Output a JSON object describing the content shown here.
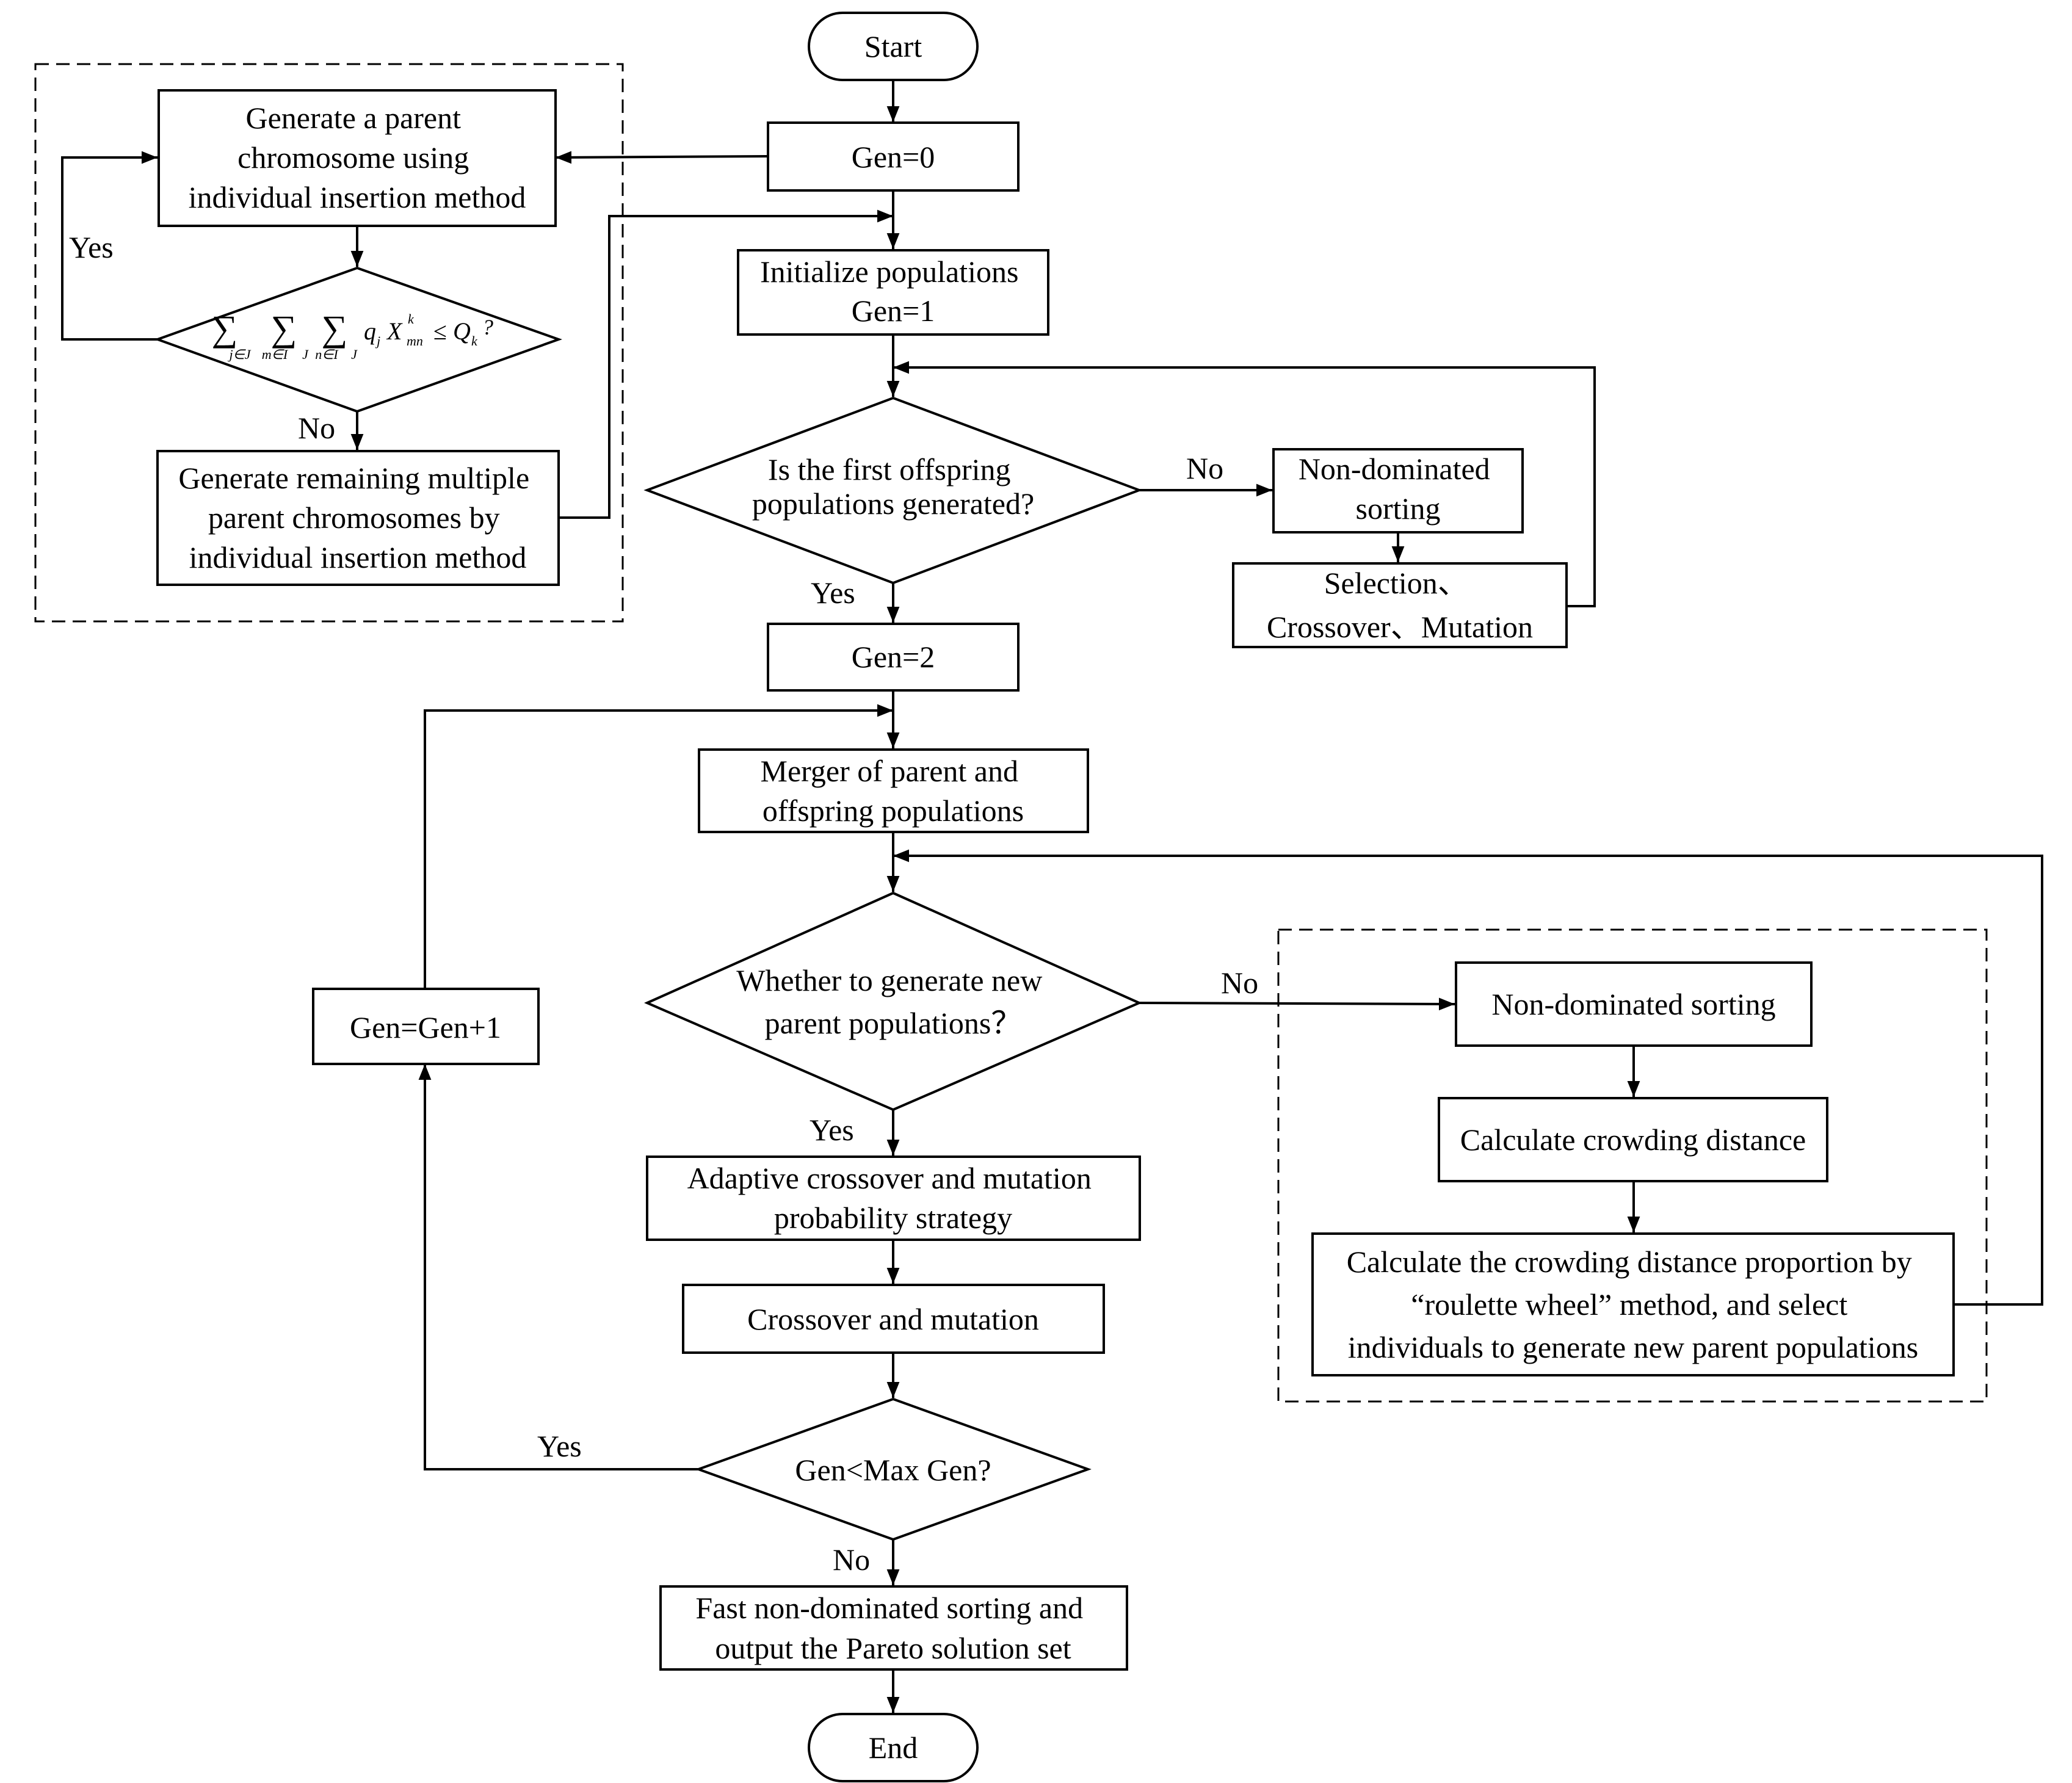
{
  "nodes": {
    "start": "Start",
    "gen0": "Gen=0",
    "gen_parent": [
      "Generate a parent",
      "chromosome using",
      "individual insertion method"
    ],
    "capacity_check": "∑ ∑ ∑ q X ≤ Q ?",
    "gen_remaining": [
      "Generate remaining multiple",
      "parent chromosomes by",
      "individual insertion method"
    ],
    "init_pop": [
      "Initialize populations",
      "Gen=1"
    ],
    "first_offspring": [
      "Is the first offspring",
      "populations generated?"
    ],
    "nd_sorting_1": [
      "Non-dominated",
      "sorting"
    ],
    "sel_cross_mut": [
      "Selection、",
      "Crossover、Mutation"
    ],
    "gen2": "Gen=2",
    "merger": [
      "Merger of parent and",
      "offspring populations"
    ],
    "new_parent_q": [
      "Whether to generate new",
      "parent populations？"
    ],
    "adaptive": [
      "Adaptive crossover and mutation",
      "probability strategy"
    ],
    "cross_mut": "Crossover and mutation",
    "max_gen": "Gen<Max Gen?",
    "fast_nd": [
      "Fast non-dominated sorting and",
      "output the Pareto solution set"
    ],
    "end": "End",
    "gen_inc": "Gen=Gen+1",
    "nd_sorting_2": "Non-dominated sorting",
    "crowding": "Calculate crowding distance",
    "roulette": [
      "Calculate the crowding distance proportion by",
      "“roulette wheel” method, and select",
      "individuals to generate new parent populations"
    ]
  },
  "edge_labels": {
    "yes": "Yes",
    "no": "No"
  },
  "formula": {
    "sum": "∑",
    "sub1": "j∈J",
    "sub2": "m∈I",
    "sub3": "J",
    "sub4": "n∈I",
    "sub5": "J",
    "q": "q",
    "q_sub": "j",
    "x": "X",
    "x_sup": "k",
    "x_sub": "mn",
    "leq": "≤",
    "Q": "Q",
    "Q_sub": "k",
    "qmark": "?"
  }
}
